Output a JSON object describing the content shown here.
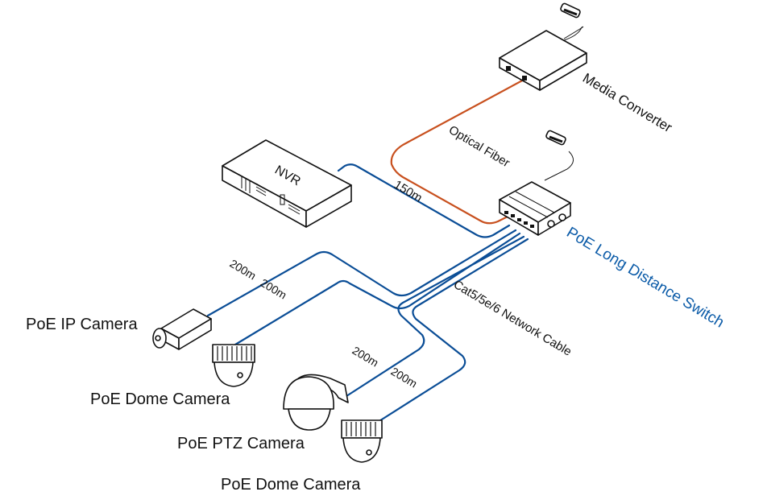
{
  "devices": {
    "media_converter": "Media Converter",
    "nvr": "NVR",
    "switch": "PoE Long Distance Switch",
    "ip_camera": "PoE IP Camera",
    "dome_camera_1": "PoE Dome Camera",
    "ptz_camera": "PoE PTZ Camera",
    "dome_camera_2": "PoE Dome Camera"
  },
  "cables": {
    "fiber_label": "Optical Fiber",
    "network_label": "Cat5/5e/6 Network Cable",
    "nvr_distance": "150m",
    "ip_camera_distance": "200m",
    "dome_camera_1_distance": "200m",
    "ptz_camera_distance": "200m",
    "dome_camera_2_distance": "200m"
  },
  "colors": {
    "network_cable": "#0a4d96",
    "fiber_cable": "#c8501e",
    "switch_label": "#0b5ba8"
  }
}
